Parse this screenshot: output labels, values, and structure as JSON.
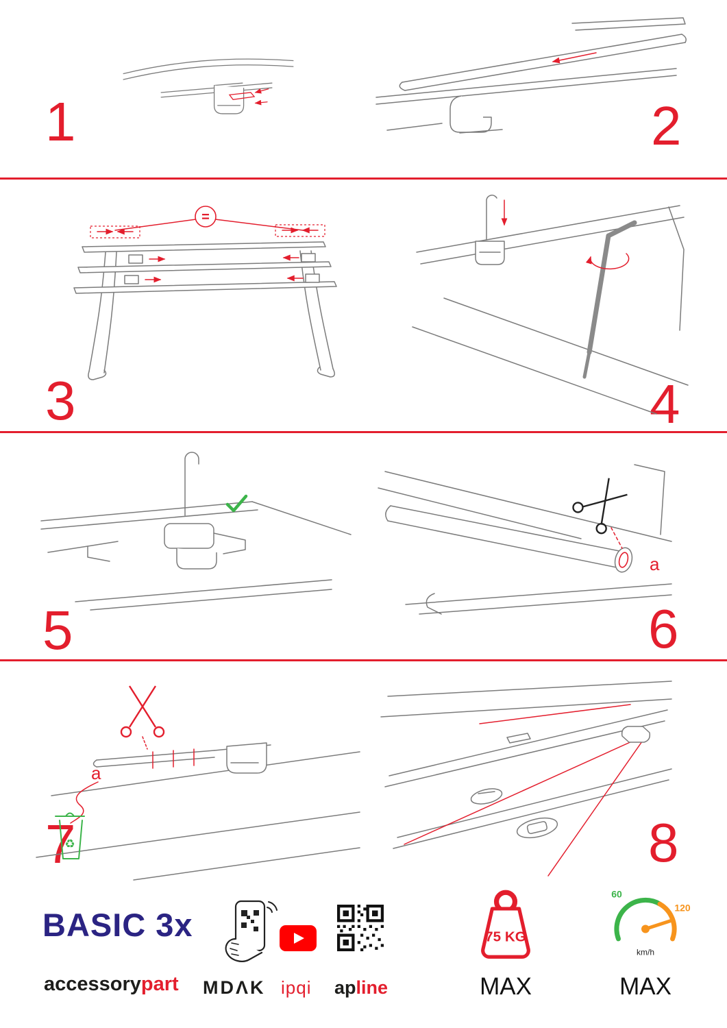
{
  "steps": [
    {
      "number": "1"
    },
    {
      "number": "2"
    },
    {
      "number": "3",
      "annotation": "="
    },
    {
      "number": "4"
    },
    {
      "number": "5"
    },
    {
      "number": "6",
      "annotation": "a"
    },
    {
      "number": "7",
      "annotation": "a"
    },
    {
      "number": "8"
    }
  ],
  "icons": {
    "recycle": "♻"
  },
  "footer": {
    "product_name": "BASIC 3x",
    "brand": {
      "black": "accessory",
      "red": "part"
    },
    "partners": {
      "mdak": "MDΛK",
      "ipqi": "ipqi",
      "apline_black": "ap",
      "apline_red": "line"
    },
    "weight": {
      "value": "75 KG",
      "label": "MAX"
    },
    "speed": {
      "low": "60",
      "high": "120",
      "unit": "km/h",
      "label": "MAX"
    }
  },
  "colors": {
    "accent_red": "#e31e2d",
    "brand_blue": "#2b2483",
    "green": "#3cb44a",
    "orange": "#f7941d",
    "youtube_red": "#ff0000"
  }
}
